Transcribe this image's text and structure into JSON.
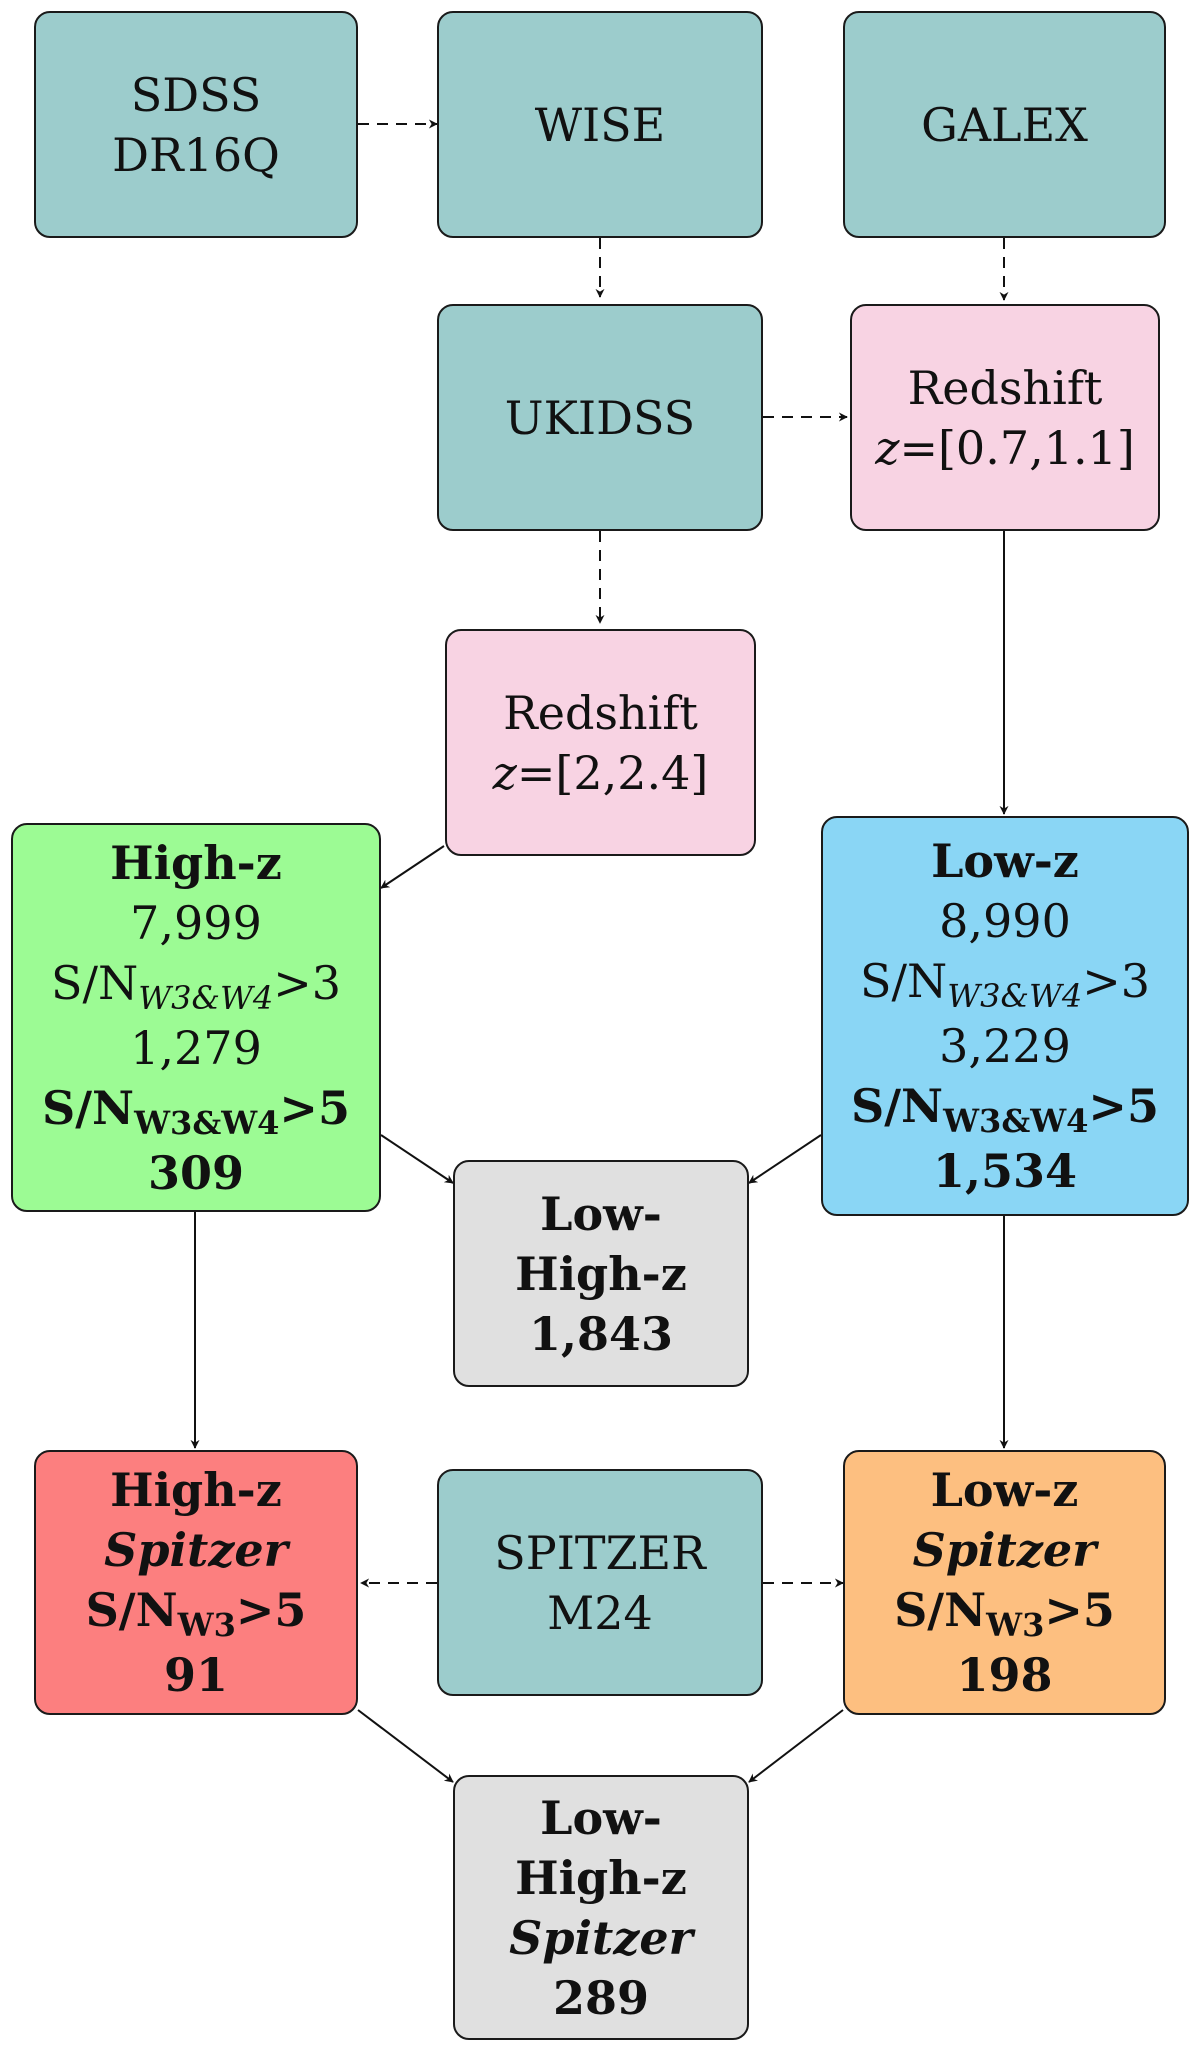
{
  "sdss": {
    "line1": "SDSS",
    "line2": "DR16Q"
  },
  "wise": {
    "label": "WISE"
  },
  "galex": {
    "label": "GALEX"
  },
  "ukidss": {
    "label": "UKIDSS"
  },
  "redshift_low": {
    "title": "Redshift",
    "z": "z",
    "range": "=[0.7,1.1]"
  },
  "redshift_high": {
    "title": "Redshift",
    "z": "z",
    "range": "=[2,2.4]"
  },
  "high_z": {
    "title": "High-z",
    "count": "7,999",
    "snr3_prefix": "S/N",
    "snr3_sub": "W3&W4",
    "snr3_suffix": ">3",
    "snr3_count": "1,279",
    "snr5_prefix": "S/N",
    "snr5_sub": "W3&W4",
    "snr5_suffix": ">5",
    "snr5_count": "309"
  },
  "low_z": {
    "title": "Low-z",
    "count": "8,990",
    "snr3_prefix": "S/N",
    "snr3_sub": "W3&W4",
    "snr3_suffix": ">3",
    "snr3_count": "3,229",
    "snr5_prefix": "S/N",
    "snr5_sub": "W3&W4",
    "snr5_suffix": ">5",
    "snr5_count": "1,534"
  },
  "low_high_z": {
    "line1": "Low-",
    "line2": "High-z",
    "count": "1,843"
  },
  "spitzer_m24": {
    "line1": "SPITZER",
    "line2": "M24"
  },
  "high_z_spitzer": {
    "title": "High-z",
    "subtitle": "Spitzer",
    "snr_prefix": "S/N",
    "snr_sub": "W3",
    "snr_suffix": ">5",
    "count": "91"
  },
  "low_z_spitzer": {
    "title": "Low-z",
    "subtitle": "Spitzer",
    "snr_prefix": "S/N",
    "snr_sub": "W3",
    "snr_suffix": ">5",
    "count": "198"
  },
  "low_high_z_spitzer": {
    "line1": "Low-",
    "line2": "High-z",
    "line3": "Spitzer",
    "count": "289"
  },
  "colors": {
    "catalog": "#9ccccc",
    "redshift": "#f8d3e3",
    "high_z": "#9cfb94",
    "low_z": "#8ad6f5",
    "combined": "#e0e0e0",
    "high_z_spitzer": "#fc7f7f",
    "low_z_spitzer": "#fdbf80"
  }
}
